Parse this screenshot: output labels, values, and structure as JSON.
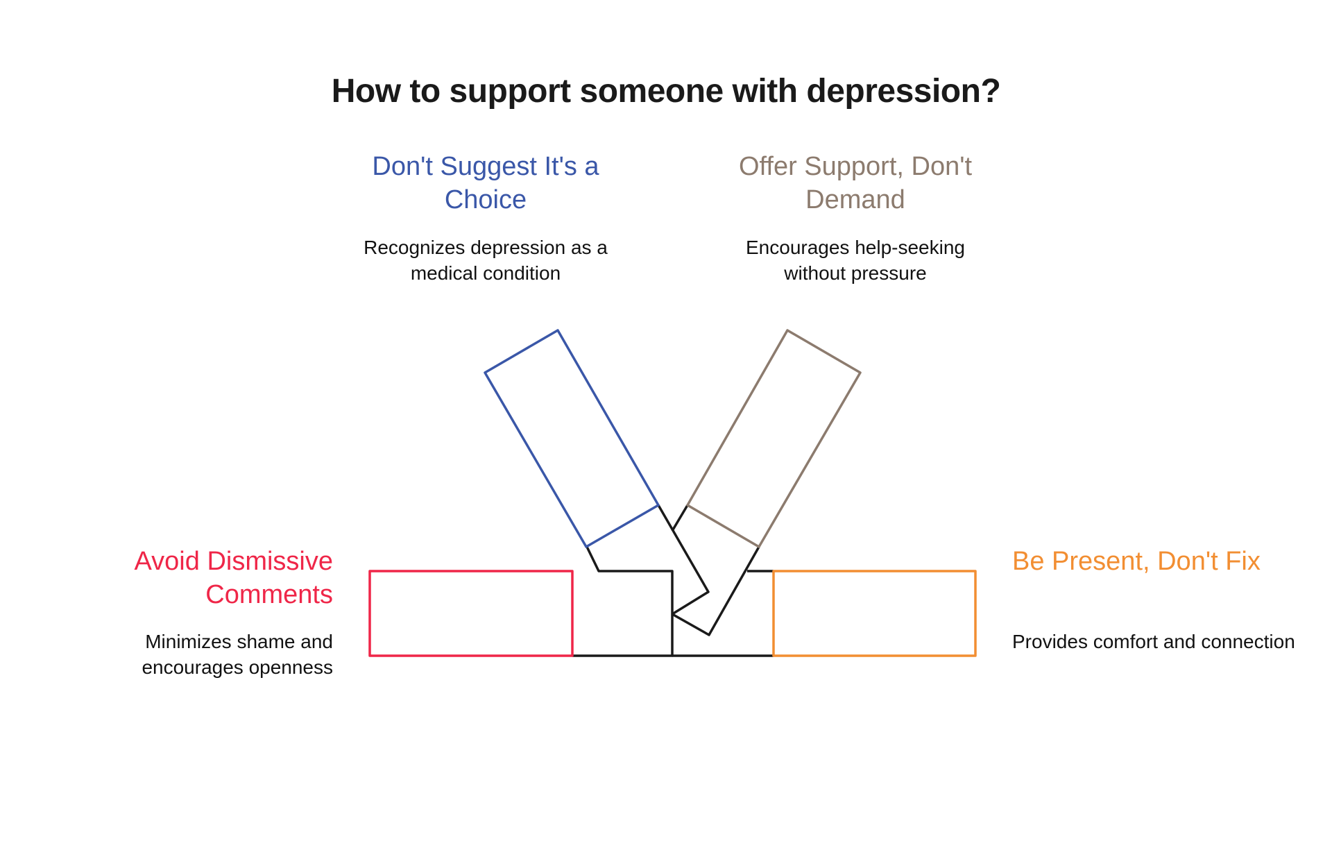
{
  "title": "How to support someone with depression?",
  "colors": {
    "blue": "#3A57A8",
    "brown": "#8C7B6E",
    "red": "#EF2648",
    "orange": "#F28E32",
    "black": "#1a1a1a"
  },
  "items": [
    {
      "heading": "Don't Suggest It's a Choice",
      "description": "Recognizes depression as a medical condition",
      "color": "#3A57A8"
    },
    {
      "heading": "Offer Support, Don't Demand",
      "description": "Encourages help-seeking without pressure",
      "color": "#8C7B6E"
    },
    {
      "heading": "Avoid Dismissive Comments",
      "description": "Minimizes shame and encourages openness",
      "color": "#EF2648"
    },
    {
      "heading": "Be Present, Don't Fix",
      "description": "Provides comfort and connection",
      "color": "#F28E32"
    }
  ]
}
